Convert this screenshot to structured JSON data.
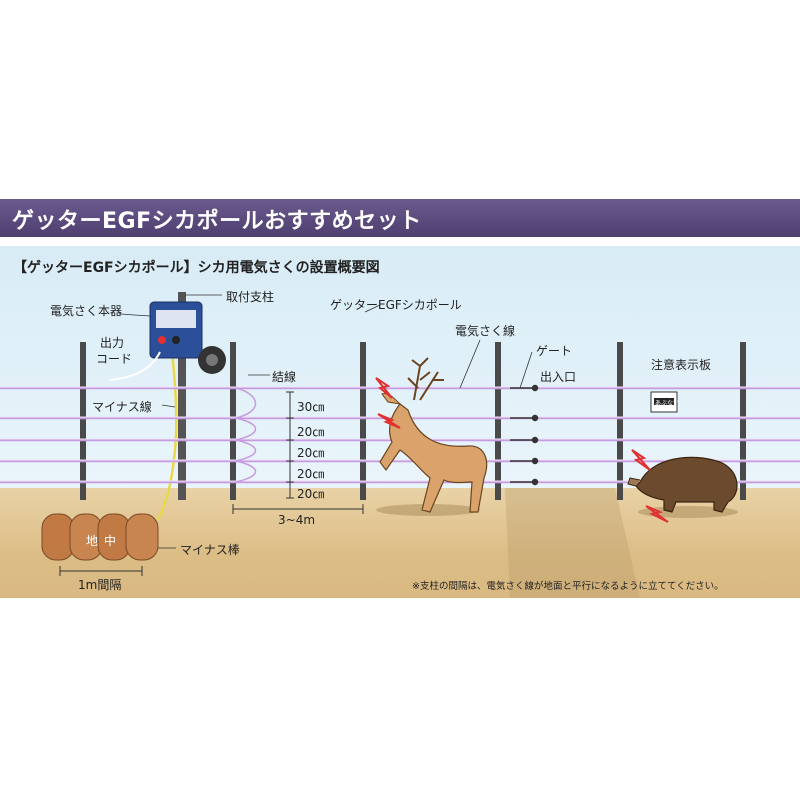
{
  "banner": {
    "title": "ゲッターEGFシカポールおすすめセット"
  },
  "diagram": {
    "subtitle": "【ゲッターEGFシカポール】シカ用電気さくの設置概要図",
    "labels": {
      "energizer": "電気さく本器",
      "mount_post": "取付支柱",
      "output_cord_1": "出力",
      "output_cord_2": "コード",
      "minus_wire": "マイナス線",
      "tie_wire": "結線",
      "pole": "ゲッターEGFシカポール",
      "fence_wire": "電気さく線",
      "gate": "ゲート",
      "entrance": "出入口",
      "warning_sign": "注意表示板",
      "sign_text": "あぶない",
      "minus_rod": "マイナス棒",
      "underground_1": "地",
      "underground_2": "中"
    },
    "spacings": [
      "30㎝",
      "20㎝",
      "20㎝",
      "20㎝",
      "20㎝"
    ],
    "post_interval": "3~4m",
    "rod_interval": "1m間隔",
    "note": "※支柱の間隔は、電気さく線が地面と平行になるように立ててください。"
  },
  "colors": {
    "banner": "#5b4a80",
    "sky": "#dcedf6",
    "ground": "#e2c794",
    "wire": "#c79be0",
    "post": "#444444",
    "energizer": "#2c4f9a",
    "minus_wire": "#e8d84a"
  }
}
